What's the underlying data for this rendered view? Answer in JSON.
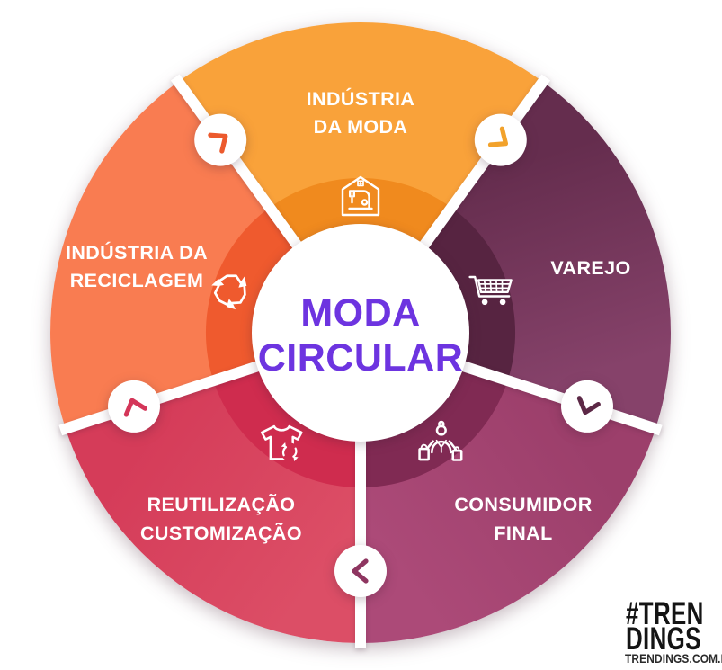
{
  "flow": "clockwise",
  "center": {
    "title_line1": "MODA",
    "title_line2": "CIRCULAR",
    "title_color": "#6D34E0",
    "background": "#FFFFFF"
  },
  "segments": [
    {
      "id": "industria-da-moda",
      "label_lines": [
        "INDÚSTRIA",
        "DA MODA"
      ],
      "outer_color": "#F9A23A",
      "inner_color": "#F08A1E",
      "icon": "sewing-machine-icon"
    },
    {
      "id": "varejo",
      "label_lines": [
        "VAREJO",
        ""
      ],
      "outer_color": "#7B3C61",
      "outer_gradient": [
        "#652D4E",
        "#86426A"
      ],
      "inner_color": "#572441",
      "icon": "shopping-cart-icon"
    },
    {
      "id": "consumidor-final",
      "label_lines": [
        "CONSUMIDOR",
        "FINAL"
      ],
      "outer_color": "#A44571",
      "outer_gradient": [
        "#9C3F6B",
        "#AC4A78"
      ],
      "inner_color": "#802A53",
      "icon": "consumer-bags-icon"
    },
    {
      "id": "reutilizacao-customizacao",
      "label_lines": [
        "REUTILIZAÇÃO",
        "CUSTOMIZAÇÃO"
      ],
      "outer_color": "#DA4A63",
      "outer_gradient": [
        "#DC4E66",
        "#D53C59"
      ],
      "inner_color": "#CF2C4E",
      "icon": "tshirt-recycle-icon"
    },
    {
      "id": "industria-da-reciclagem",
      "label_lines": [
        "INDÚSTRIA DA",
        "RECICLAGEM"
      ],
      "outer_color": "#F97C51",
      "inner_color": "#EF5A2E",
      "icon": "recycle-arrows-icon"
    }
  ],
  "arrows": [
    {
      "from": "industria-da-reciclagem",
      "to": "industria-da-moda",
      "color": "#EC5A2D"
    },
    {
      "from": "industria-da-moda",
      "to": "varejo",
      "color": "#F2A22B"
    },
    {
      "from": "varejo",
      "to": "consumidor-final",
      "color": "#5C2846"
    },
    {
      "from": "consumidor-final",
      "to": "reutilizacao-customizacao",
      "color": "#8E3560"
    },
    {
      "from": "reutilizacao-customizacao",
      "to": "industria-da-reciclagem",
      "color": "#D43659"
    }
  ],
  "branding": {
    "logo_line1": "#TREN",
    "logo_line2": "DINGS",
    "site": "TRENDINGS.COM.BR"
  }
}
